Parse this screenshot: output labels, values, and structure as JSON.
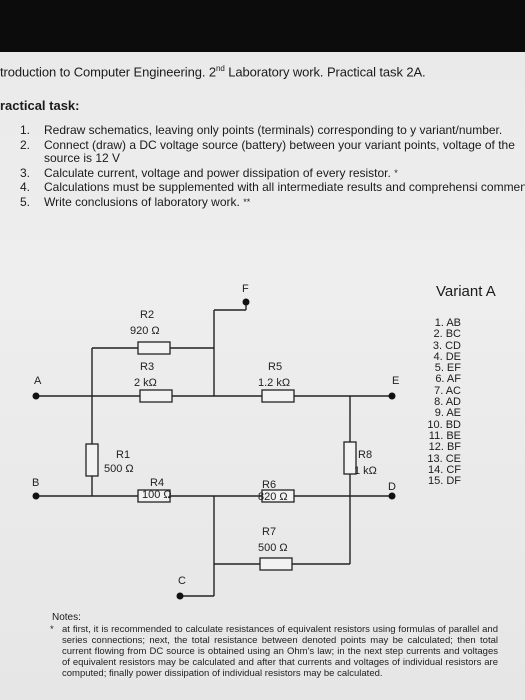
{
  "header": {
    "text_before_sup": "troduction to Computer Engineering. 2",
    "sup": "nd",
    "text_after_sup": " Laboratory work. Practical task 2A."
  },
  "practical_title": "ractical task:",
  "tasks": [
    {
      "num": "1.",
      "text": "Redraw schematics, leaving only points (terminals) corresponding to y variant/number."
    },
    {
      "num": "2.",
      "text": "Connect (draw) a DC voltage source (battery) between your variant points, voltage of the source is 12 V"
    },
    {
      "num": "3.",
      "text": "Calculate current, voltage and power dissipation of every resistor.",
      "mark": "*"
    },
    {
      "num": "4.",
      "text": "Calculations must be supplemented with all intermediate results and comprehensi comments."
    },
    {
      "num": "5.",
      "text": "Write conclusions of laboratory work.",
      "mark": "**"
    }
  ],
  "circuit": {
    "resistors": [
      {
        "name": "R1",
        "value": "500 Ω"
      },
      {
        "name": "R2",
        "value": "920 Ω"
      },
      {
        "name": "R3",
        "value": "2 kΩ"
      },
      {
        "name": "R4",
        "value": "100 Ω"
      },
      {
        "name": "R5",
        "value": "1.2 kΩ"
      },
      {
        "name": "R6",
        "value": "820 Ω"
      },
      {
        "name": "R7",
        "value": "500 Ω"
      },
      {
        "name": "R8",
        "value": "1 kΩ"
      }
    ],
    "terminals": {
      "A": "A",
      "B": "B",
      "C": "C",
      "D": "D",
      "E": "E",
      "F": "F"
    }
  },
  "variant": {
    "title": "Variant A",
    "items": [
      "1. AB",
      "2. BC",
      "3. CD",
      "4. DE",
      "5. EF",
      "6. AF",
      "7. AC",
      "8. AD",
      "9. AE",
      "10. BD",
      "11. BE",
      "12. BF",
      "13. CE",
      "14. CF",
      "15. DF"
    ]
  },
  "notes": {
    "label": "Notes:",
    "bullet": "*",
    "text": "at first, it is recommended to calculate resistances of equivalent resistors using formulas of parallel and series connections; next, the total resistance between denoted points may be calculated; then total current flowing from DC source is obtained using an Ohm's law; in the next step currents and voltages of equivalent resistors may be calculated and after that currents and voltages of individual resistors are computed; finally power dissipation of individual resistors may be calculated."
  }
}
